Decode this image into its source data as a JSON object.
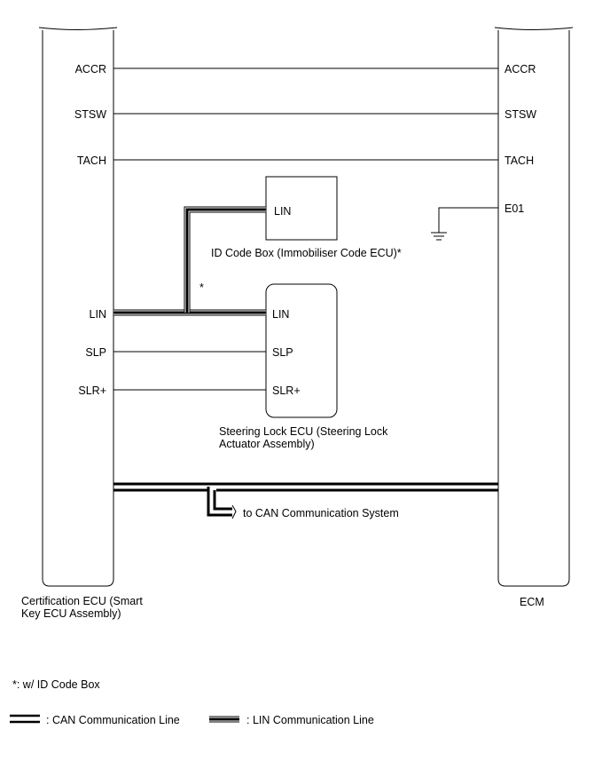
{
  "certification_ecu": {
    "name_line1": "Certification ECU (Smart",
    "name_line2": "Key ECU Assembly)",
    "pins": [
      "ACCR",
      "STSW",
      "TACH",
      "LIN",
      "SLP",
      "SLR+"
    ]
  },
  "ecm": {
    "name": "ECM",
    "pins": [
      "ACCR",
      "STSW",
      "TACH",
      "E01"
    ]
  },
  "id_code_box": {
    "name": "ID Code Box (Immobiliser Code ECU)*",
    "pin": "LIN"
  },
  "steering_lock_ecu": {
    "name_line1": "Steering Lock ECU (Steering Lock",
    "name_line2": "Actuator Assembly)",
    "pins": [
      "LIN",
      "SLP",
      "SLR+"
    ]
  },
  "asterisk_mark": "*",
  "can_destination": "to CAN Communication System",
  "footnote": "*: w/ ID Code Box",
  "legend": {
    "can": ": CAN Communication Line",
    "lin": ": LIN Communication Line"
  }
}
